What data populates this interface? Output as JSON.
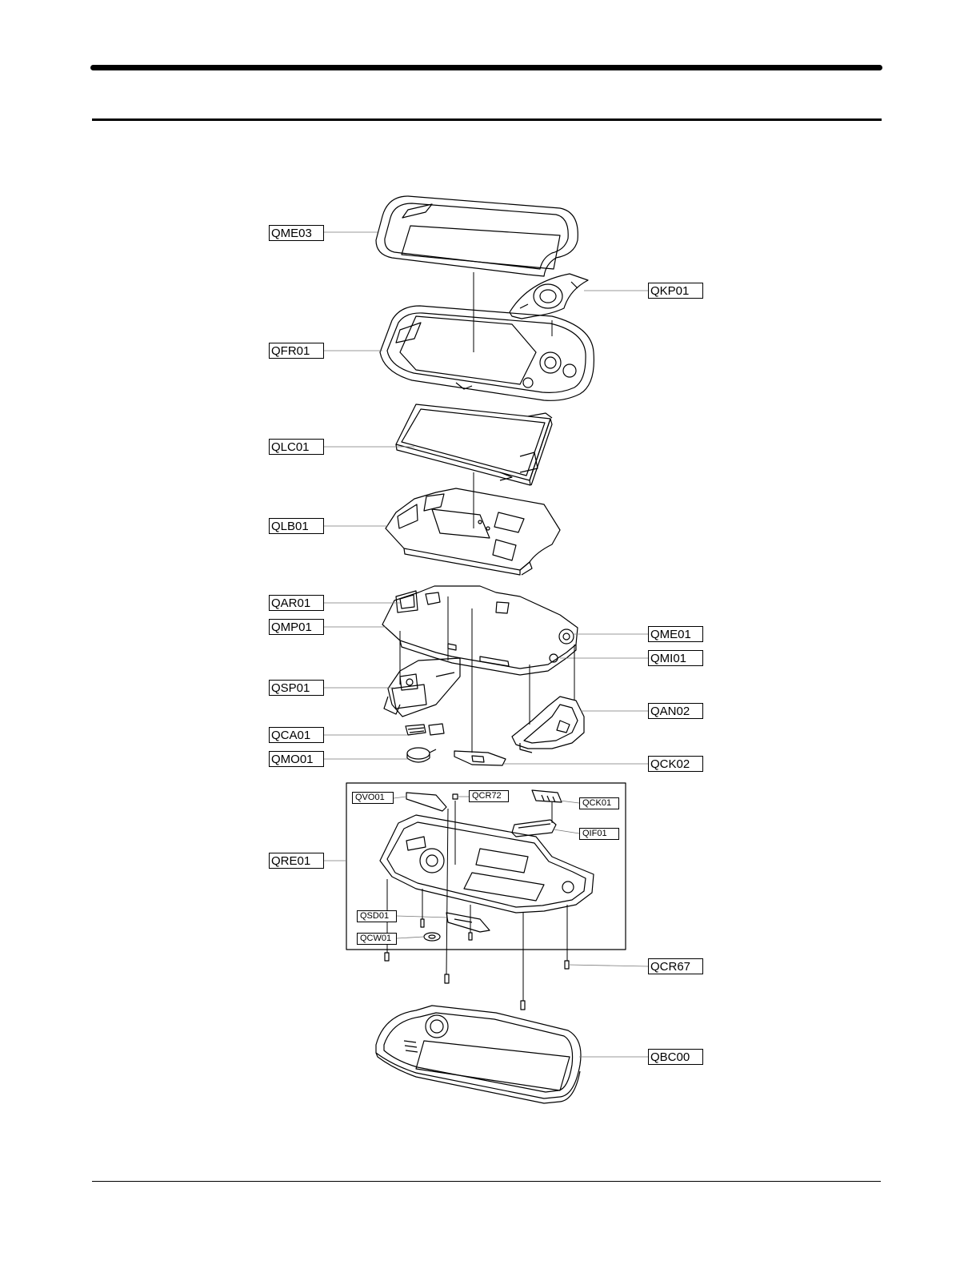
{
  "diagram": {
    "type": "exploded-view",
    "labels": {
      "qme03": "QME03",
      "qkp01": "QKP01",
      "qfr01": "QFR01",
      "qlc01": "QLC01",
      "qlb01": "QLB01",
      "qar01": "QAR01",
      "qmp01": "QMP01",
      "qme01": "QME01",
      "qmi01": "QMI01",
      "qsp01": "QSP01",
      "qan02": "QAN02",
      "qca01": "QCA01",
      "qmo01": "QMO01",
      "qck02": "QCK02",
      "qvo01": "QVO01",
      "qcr72": "QCR72",
      "qck01": "QCK01",
      "qif01": "QIF01",
      "qre01": "QRE01",
      "qsd01": "QSD01",
      "qcw01": "QCW01",
      "qcr67": "QCR67",
      "qbc00": "QBC00"
    }
  }
}
